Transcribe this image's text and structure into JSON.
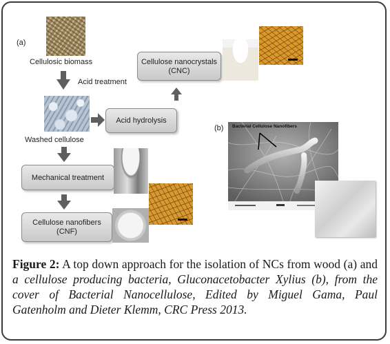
{
  "panel_a": {
    "label": "(a)",
    "cellulosic_biomass": "Cellulosic biomass",
    "acid_treatment": "Acid treatment",
    "washed_cellulose": "Washed cellulose",
    "acid_hydrolysis": "Acid hydrolysis",
    "cnc_line1": "Cellulose nanocrystals",
    "cnc_line2": "(CNC)",
    "mechanical_treatment": "Mechanical treatment",
    "cnf_line1": "Cellulose nanofibers",
    "cnf_line2": "(CNF)"
  },
  "panel_b": {
    "label": "(b)",
    "micrograph_annotation": "Bacterial Cellulose Nanofibers"
  },
  "caption": {
    "figure_label": "Figure 2:",
    "text_plain": " A top down approach for the isolation of NCs from wood (a) and ",
    "text_italic": "a cellulose producing bacteria, Gluconacetobacter Xylius (b), from the cover of Bacterial Nanocellulose, Edited by Miguel Gama, Paul Gatenholm and Dieter Klemm, CRC Press 2013."
  },
  "colors": {
    "box_gradient_top": "#e9e9e9",
    "box_gradient_bottom": "#c9c9c9",
    "arrow": "#5f5f5f",
    "frame": "#3a3a3a"
  }
}
